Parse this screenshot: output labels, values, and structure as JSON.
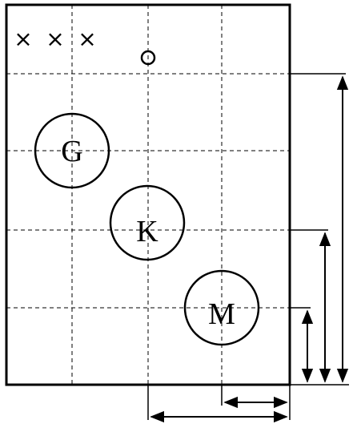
{
  "diagram": {
    "circles": [
      {
        "letter": "G"
      },
      {
        "letter": "K"
      },
      {
        "letter": "M"
      }
    ],
    "cross_markers": [
      "×",
      "×",
      "×"
    ],
    "small_circle_marker": "○",
    "colors": {
      "ink": "#000000",
      "background": "#ffffff"
    }
  }
}
